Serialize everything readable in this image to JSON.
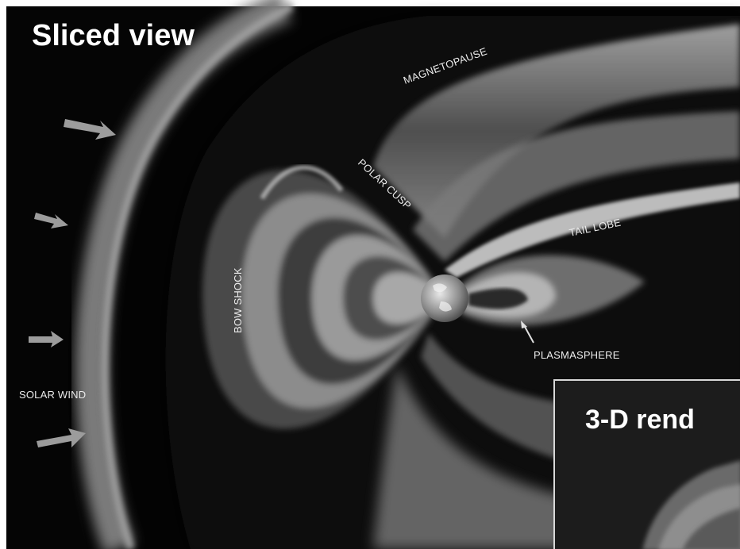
{
  "title": "Sliced view",
  "labels": {
    "magnetopause": "MAGNETOPAUSE",
    "polar_cusp": "POLAR CUSP",
    "tail_lobe": "TAIL LOBE",
    "bow_shock": "BOW SHOCK",
    "plasmasphere": "PLASMASPHERE",
    "solar_wind": "SOLAR WIND"
  },
  "inset": {
    "title": "3-D rend"
  }
}
